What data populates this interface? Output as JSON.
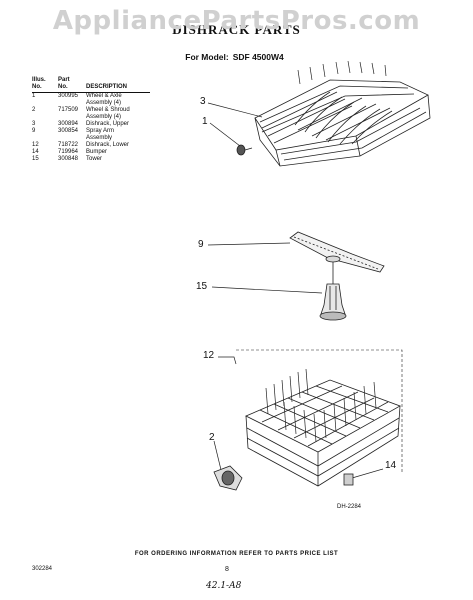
{
  "watermark": "AppliancePartsPros.com",
  "header": {
    "title": "DISHRACK PARTS",
    "model_label": "For Model:",
    "model_number": "SDF 4500W4"
  },
  "parts_table": {
    "columns": [
      {
        "line1": "Illus.",
        "line2": "No."
      },
      {
        "line1": "Part",
        "line2": "No."
      },
      {
        "line1": "",
        "line2": "DESCRIPTION"
      }
    ],
    "rows": [
      {
        "illus": "1",
        "part": "300995",
        "desc": [
          "Wheel & Axle",
          "Assembly (4)"
        ]
      },
      {
        "illus": "2",
        "part": "717509",
        "desc": [
          "Wheel & Shroud",
          "Assembly (4)"
        ]
      },
      {
        "illus": "3",
        "part": "300894",
        "desc": [
          "Dishrack, Upper"
        ]
      },
      {
        "illus": "9",
        "part": "300854",
        "desc": [
          "Spray Arm",
          "Assembly"
        ]
      },
      {
        "illus": "12",
        "part": "718722",
        "desc": [
          "Dishrack, Lower"
        ]
      },
      {
        "illus": "14",
        "part": "719964",
        "desc": [
          "Bumper"
        ]
      },
      {
        "illus": "15",
        "part": "300848",
        "desc": [
          "Tower"
        ]
      }
    ]
  },
  "callouts": {
    "c3": "3",
    "c1": "1",
    "c9": "9",
    "c15": "15",
    "c12": "12",
    "c2": "2",
    "c14": "14"
  },
  "drawing_code": "DH-2284",
  "footer": {
    "ordering_note": "FOR ORDERING INFORMATION REFER TO PARTS PRICE LIST",
    "doc_number": "302284",
    "page_number": "8",
    "handwritten": "42.1-A8"
  }
}
